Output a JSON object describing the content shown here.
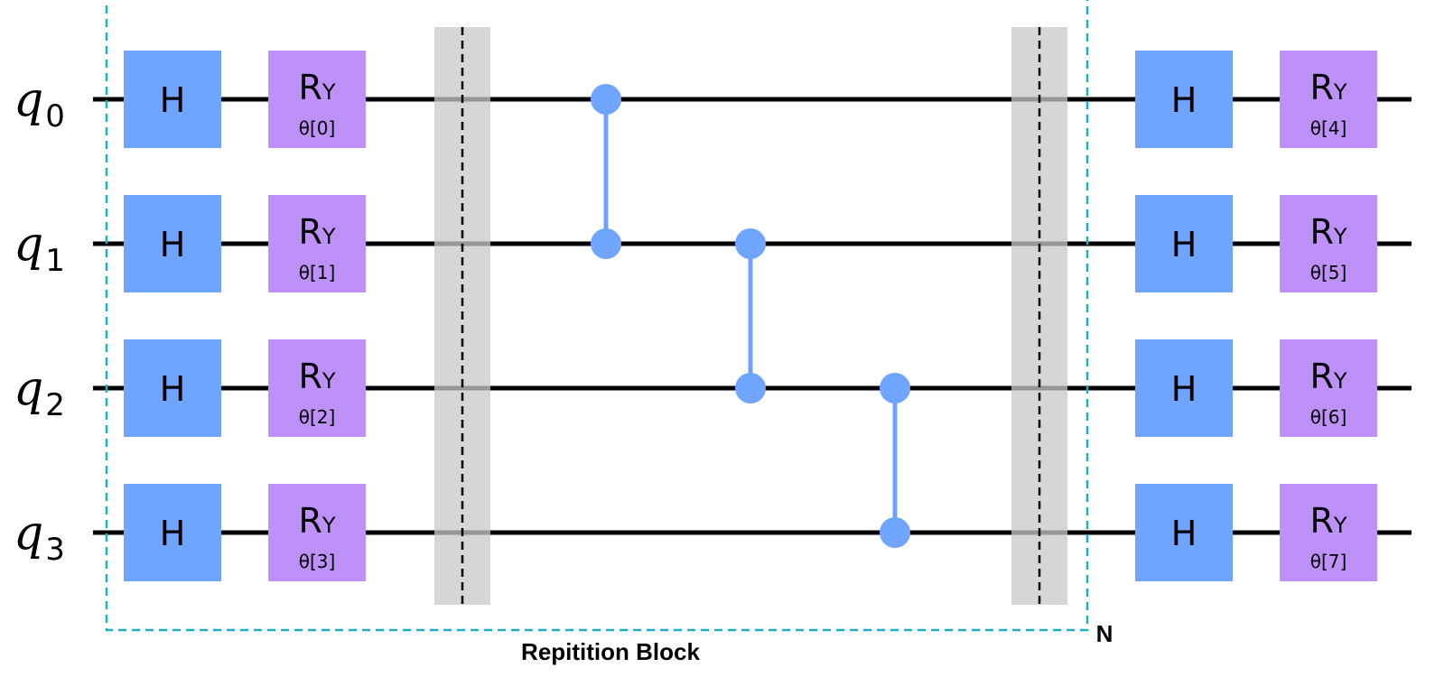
{
  "qubits": [
    {
      "symbol": "q",
      "index": "0"
    },
    {
      "symbol": "q",
      "index": "1"
    },
    {
      "symbol": "q",
      "index": "2"
    },
    {
      "symbol": "q",
      "index": "3"
    }
  ],
  "block": {
    "label": "Repitition Block",
    "repeat_label": "N"
  },
  "gates": {
    "h_label": "H",
    "ry_label": "R",
    "ry_sub": "Y",
    "first_layer_params": [
      "θ[0]",
      "θ[1]",
      "θ[2]",
      "θ[3]"
    ],
    "second_layer_params": [
      "θ[4]",
      "θ[5]",
      "θ[6]",
      "θ[7]"
    ]
  },
  "entanglers": [
    {
      "control": 0,
      "target": 1
    },
    {
      "control": 1,
      "target": 2
    },
    {
      "control": 2,
      "target": 3
    }
  ],
  "colors": {
    "h_gate": "#6fa4ff",
    "ry_gate": "#be91fa",
    "cz_gate": "#6fa4ff",
    "barrier": "#c8c8c8",
    "block_frame": "#1ab0c6"
  }
}
